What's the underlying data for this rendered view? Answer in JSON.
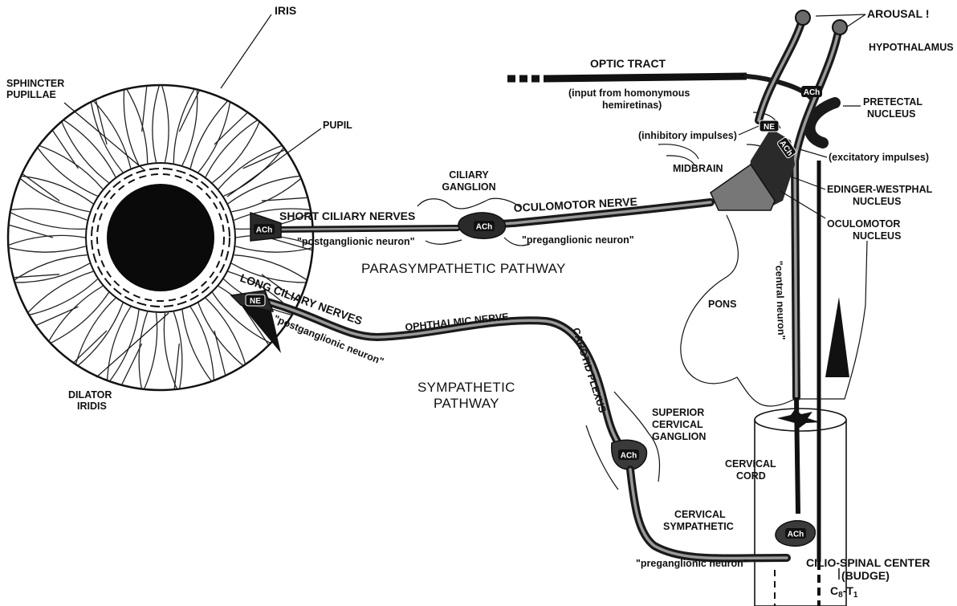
{
  "labels": {
    "sphincter_pupillae": [
      "SPHINCTER",
      "PUPILLAE"
    ],
    "iris": "IRIS",
    "pupil": "PUPIL",
    "dilator_iridis": [
      "DILATOR",
      "IRIDIS"
    ],
    "ciliary_ganglion": [
      "CILIARY",
      "GANGLION"
    ],
    "short_ciliary_nerves": "SHORT CILIARY NERVES",
    "oculomotor_nerve": "OCULOMOTOR NERVE",
    "postganglionic_neuron_para": "\"postganglionic neuron\"",
    "preganglionic_neuron_para": "\"preganglionic neuron\"",
    "parasympathetic_pathway": "PARASYMPATHETIC PATHWAY",
    "long_ciliary_nerves": "LONG CILIARY NERVES",
    "postganglionic_neuron_symp": "\"postganglionic  neuron\"",
    "ophthalmic_nerve": "OPHTHALMIC NERVE",
    "carotid_plexus": "CAROTID PLEXUS",
    "sympathetic_pathway": [
      "SYMPATHETIC",
      "PATHWAY"
    ],
    "superior_cervical_ganglion": [
      "SUPERIOR",
      "CERVICAL",
      "GANGLION"
    ],
    "cervical_sympathetic": [
      "CERVICAL",
      "SYMPATHETIC"
    ],
    "preganglionic_neuron_symp": "\"preganglionic neuron\"",
    "cervical_cord": [
      "CERVICAL",
      "CORD"
    ],
    "cilio_spinal_center": "CILIO-SPINAL CENTER",
    "budge": "(BUDGE)",
    "segment_main_1": "C",
    "segment_sub_1": "8",
    "segment_sep": "-T",
    "segment_sub_2": "1",
    "arousal": "AROUSAL !",
    "hypothalamus": "HYPOTHALAMUS",
    "optic_tract": "OPTIC TRACT",
    "optic_input": [
      "(input from homonymous",
      "hemiretinas)"
    ],
    "pretectal_nucleus": [
      "PRETECTAL",
      "NUCLEUS"
    ],
    "inhibitory_impulses": "(inhibitory impulses)",
    "excitatory_impulses": "(excitatory impulses)",
    "midbrain": "MIDBRAIN",
    "edinger_westphal": [
      "EDINGER-WESTPHAL",
      "NUCLEUS"
    ],
    "oculomotor_nucleus": [
      "OCULOMOTOR",
      "NUCLEUS"
    ],
    "pons": "PONS",
    "central_neuron": "\"central neuron\""
  },
  "neurotransmitters": {
    "ach": "ACh",
    "ne": "NE"
  }
}
